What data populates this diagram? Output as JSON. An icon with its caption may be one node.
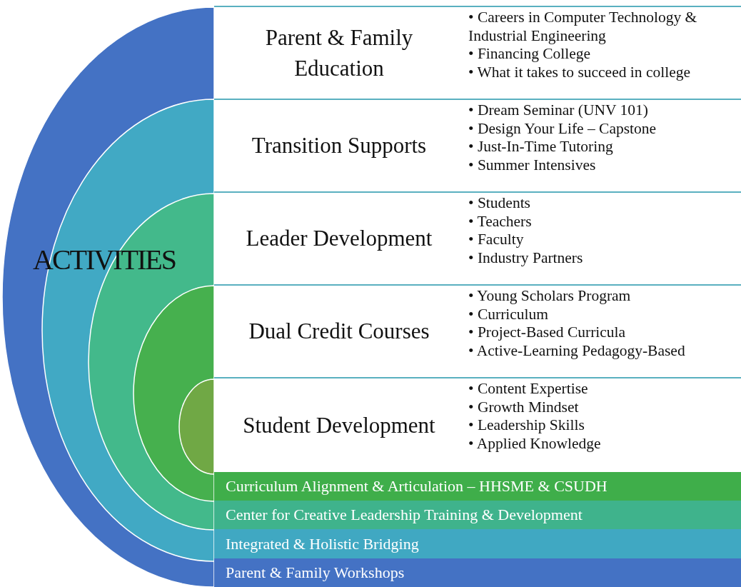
{
  "diagram": {
    "nodes": [
      {
        "text": [
          "Parent & Family Education",
          "• Careers in Computer Technology & Industrial Engineering",
          "• Financing College",
          "• What it takes to succeed in college"
        ]
      },
      {
        "text": [
          "Transition Supports",
          "• Dream Seminar (UNV 101)",
          "• Design Your Life – Capstone",
          "• Just-In-Time Tutoring",
          "• Summer Intensives"
        ]
      },
      {
        "text": [
          "Leader Development",
          "• Students",
          "• Teachers",
          "• Faculty",
          "• Industry Partners"
        ]
      },
      {
        "text": [
          "Dual Credit Courses",
          "• Young Scholars Program",
          "• Curriculum",
          "• Project-Based Curricula",
          "• Active-Learning Pedagogy-Based"
        ]
      },
      {
        "text": [
          "Student Development",
          "• Content Expertise",
          "• Growth Mindset",
          "• Leadership Skills",
          "• Applied Knowledge"
        ]
      },
      {
        "text": [
          "Curriculum Alignment & Articulation – HHSME & CSUDH"
        ]
      },
      {
        "text": [
          "Center for Creative Leadership Training & Development"
        ]
      },
      {
        "text": [
          "Integrated & Holistic Bridging"
        ]
      },
      {
        "text": [
          "Parent & Family Workshops"
        ]
      }
    ],
    "labels": [
      "ACTIVITIES"
    ]
  }
}
